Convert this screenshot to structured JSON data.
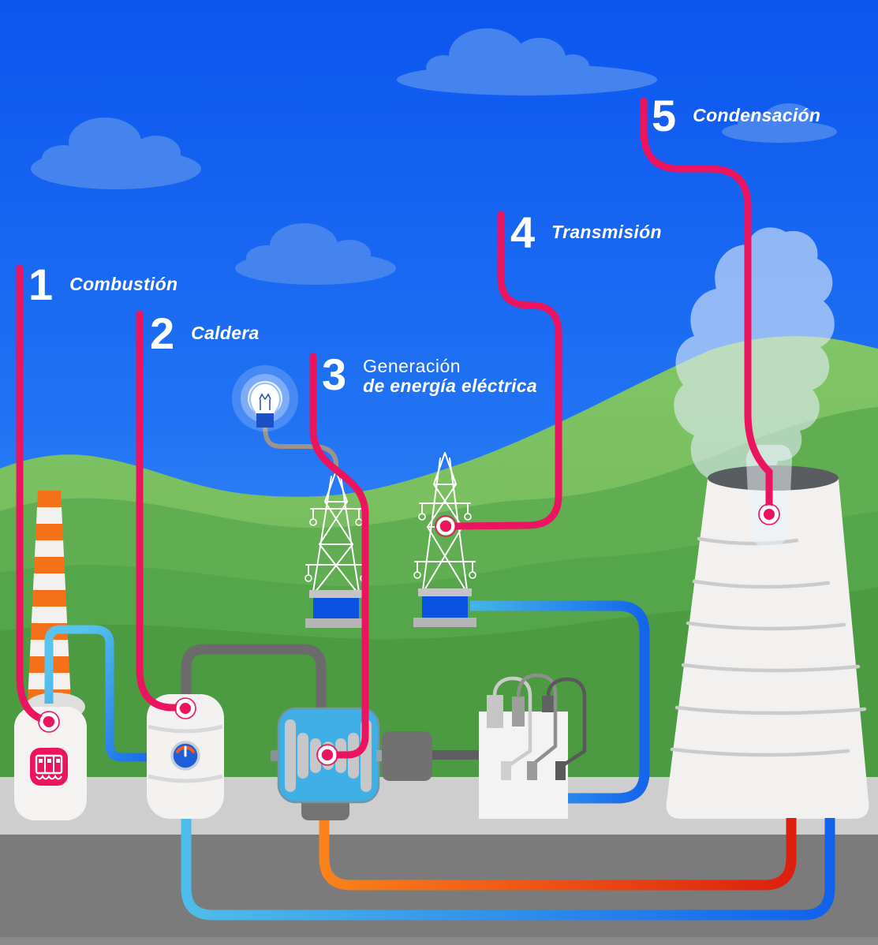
{
  "steps": [
    {
      "number": "1",
      "label": "Combustión"
    },
    {
      "number": "2",
      "label": "Caldera"
    },
    {
      "number": "3",
      "label": "Generación",
      "label2": "de energía eléctrica"
    },
    {
      "number": "4",
      "label": "Transmisión"
    },
    {
      "number": "5",
      "label": "Condensación"
    }
  ],
  "scene": {
    "objects": [
      "chimney",
      "combustion-unit",
      "boiler",
      "pressure-gauge",
      "steam-pipe",
      "generator",
      "gearbox",
      "transformer",
      "transmission-tower-1",
      "transmission-tower-2",
      "light-bulb",
      "cooling-tower",
      "steam-plume",
      "clouds",
      "hills",
      "road"
    ]
  },
  "colors": {
    "pink": "#EC135F",
    "sky_top": "#0C55EF",
    "sky_bottom": "#4693F6",
    "cloud_blue": "#4583EE",
    "hill_back": "#7AC05F",
    "hill_mid": "#60AE51",
    "hill_front": "#4C9B42",
    "platform_gray": "#CECECE",
    "road_gray": "#7B7B7B",
    "chimney_orange": "#F4711A",
    "pipe_light_blue": "#58C3EC",
    "pipe_blue": "#1465EB",
    "pipe_orange": "#F9821B",
    "pipe_red": "#DD1F0E",
    "generator_blue": "#3FAFE6",
    "tower_base_blue": "#0B52E2",
    "machine_white": "#F3F2F1"
  }
}
